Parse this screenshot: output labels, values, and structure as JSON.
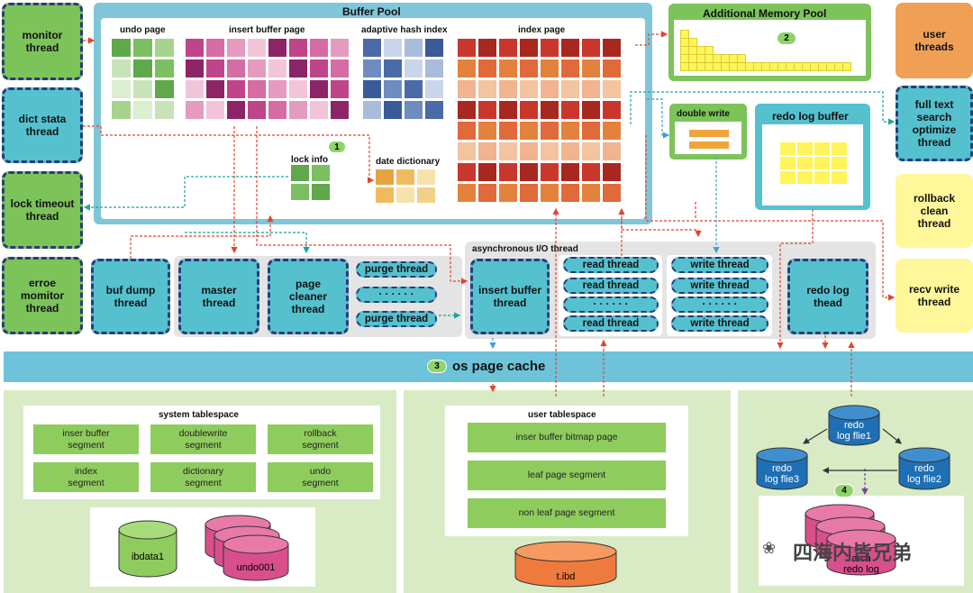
{
  "buffer_pool": {
    "title": "Buffer Pool",
    "undo_page": "undo page",
    "insert_buffer_page": "insert buffer page",
    "adaptive_hash_index": "adaptive hash index",
    "index_page": "index page",
    "lock_info": "lock info",
    "date_dictionary": "date dictionary"
  },
  "additional_memory_pool": {
    "title": "Additional Memory Pool"
  },
  "double_write": {
    "title": "double write"
  },
  "redo_log_buffer": {
    "title": "redo log buffer"
  },
  "left_threads": {
    "monitor": "monitor\nthread",
    "dict_stata": "dict stata\nthread",
    "lock_timeout": "lock timeout\nthread",
    "erroe_momitor": "erroe\nmomitor\nthread"
  },
  "right_threads": {
    "user": "user\nthreads",
    "full_text": "full text\nsearch\noptimize\nthread",
    "rollback": "rollback\nclean\nthread",
    "recv_write": "recv write\nthread"
  },
  "middle_threads": {
    "buf_dump": "buf dump\nthread",
    "master": "master\nthread",
    "page_cleaner": "page\ncleaner\nthread",
    "purge_1": "purge thread",
    "purge_dots": "· · · · · ·",
    "purge_2": "purge thread"
  },
  "async_io": {
    "title": "asynchronous I/O thread",
    "insert_buffer": "insert buffer\nthread",
    "read_1": "read thread",
    "read_2": "read thread",
    "read_dots": "· · · · · ·",
    "read_3": "read thread",
    "write_1": "write thread",
    "write_2": "write thread",
    "write_dots": "· · · · · ·",
    "write_3": "write thread",
    "redo_log": "redo log\nthead"
  },
  "os_page_cache": {
    "title": "os page cache"
  },
  "badges": {
    "b1": "1",
    "b2": "2",
    "b3": "3",
    "b4": "4"
  },
  "system_tablespace": {
    "title": "system tablespace",
    "segments": [
      "inser buffer\nsegment",
      "doublewrite\nsegment",
      "rollback\nsegment",
      "index\nsegment",
      "dictionary\nsegment",
      "undo\nsegment"
    ],
    "ibdata": "ibdata1",
    "undo001": "undo001"
  },
  "user_tablespace": {
    "title": "user tablespace",
    "segments": [
      "inser buffer bitmap page",
      "leaf page segment",
      "non leaf page segment"
    ],
    "tibd": "t.ibd"
  },
  "redo_files": {
    "file1": "redo\nlog flie1",
    "file2": "redo\nlog flie2",
    "file3": "redo\nlog flie3",
    "archive": "arch\nredo log"
  },
  "watermark": {
    "text": "四海内皆兄弟"
  },
  "colors": {
    "frame_blue": "#7fc6d9",
    "teal": "#55c1cf",
    "green": "#7cc35a",
    "orange": "#f0a055",
    "yellow": "#fff79a",
    "bottom_panel": "#d8ebc5",
    "segment_green": "#8fcc5e",
    "redo_file_blue": "#1f6fb5",
    "undo_pink": "#d94f8b",
    "tibd_orange": "#ef7a3e"
  }
}
